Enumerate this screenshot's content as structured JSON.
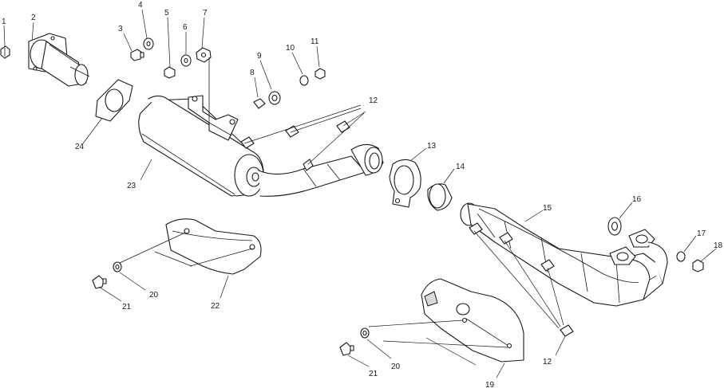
{
  "callouts": [
    {
      "id": "c1",
      "text": "1"
    },
    {
      "id": "c2",
      "text": "2"
    },
    {
      "id": "c3",
      "text": "3"
    },
    {
      "id": "c4",
      "text": "4"
    },
    {
      "id": "c5",
      "text": "5"
    },
    {
      "id": "c6",
      "text": "6"
    },
    {
      "id": "c7",
      "text": "7"
    },
    {
      "id": "c8",
      "text": "8"
    },
    {
      "id": "c9",
      "text": "9"
    },
    {
      "id": "c10",
      "text": "10"
    },
    {
      "id": "c11",
      "text": "11"
    },
    {
      "id": "c12a",
      "text": "12"
    },
    {
      "id": "c13",
      "text": "13"
    },
    {
      "id": "c14",
      "text": "14"
    },
    {
      "id": "c15",
      "text": "15"
    },
    {
      "id": "c16",
      "text": "16"
    },
    {
      "id": "c17",
      "text": "17"
    },
    {
      "id": "c18",
      "text": "18"
    },
    {
      "id": "c12b",
      "text": "12"
    },
    {
      "id": "c19",
      "text": "19"
    },
    {
      "id": "c20a",
      "text": "20"
    },
    {
      "id": "c21a",
      "text": "21"
    },
    {
      "id": "c22",
      "text": "22"
    },
    {
      "id": "c20b",
      "text": "20"
    },
    {
      "id": "c21b",
      "text": "21"
    },
    {
      "id": "c23",
      "text": "23"
    },
    {
      "id": "c24",
      "text": "24"
    }
  ]
}
